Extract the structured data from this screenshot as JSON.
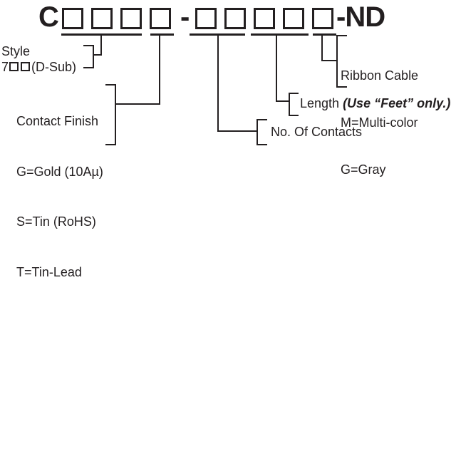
{
  "colors": {
    "ink": "#231f20",
    "background": "#ffffff"
  },
  "part_number": {
    "prefix": "C",
    "group1_boxes": 4,
    "separator": "-",
    "group2_boxes": 5,
    "suffix": "-ND"
  },
  "callouts": {
    "style": {
      "title": "Style",
      "code_prefix": "7",
      "code_boxes": 2,
      "code_suffix": "(D-Sub)"
    },
    "contact_finish": {
      "title": "Contact Finish",
      "options": [
        "G=Gold (10Aµ)",
        "S=Tin (RoHS)",
        "T=Tin-Lead"
      ]
    },
    "no_of_contacts": {
      "label": "No. Of Contacts"
    },
    "length": {
      "label": "Length ",
      "note": "(Use “Feet” only.)"
    },
    "ribbon_cable": {
      "title": "Ribbon Cable",
      "options": [
        "M=Multi-color",
        "G=Gray"
      ]
    }
  }
}
